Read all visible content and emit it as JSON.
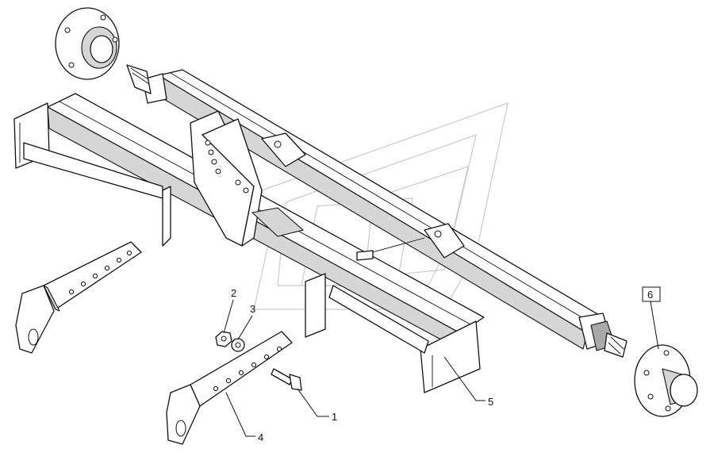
{
  "callouts": [
    {
      "id": "1",
      "label": "1",
      "boxed": false
    },
    {
      "id": "2",
      "label": "2",
      "boxed": false
    },
    {
      "id": "3",
      "label": "3",
      "boxed": false
    },
    {
      "id": "4",
      "label": "4",
      "boxed": false
    },
    {
      "id": "5",
      "label": "5",
      "boxed": false
    },
    {
      "id": "6",
      "label": "6",
      "boxed": true
    }
  ],
  "parts": [
    {
      "callout": "1",
      "name": "bolt"
    },
    {
      "callout": "2",
      "name": "nut"
    },
    {
      "callout": "3",
      "name": "washer"
    },
    {
      "callout": "4",
      "name": "drawbar-bracket"
    },
    {
      "callout": "5",
      "name": "axle-frame"
    },
    {
      "callout": "6",
      "name": "wheel-hub"
    }
  ],
  "colors": {
    "line": "#111111",
    "background": "#ffffff",
    "watermark": "#c9c9c9"
  }
}
